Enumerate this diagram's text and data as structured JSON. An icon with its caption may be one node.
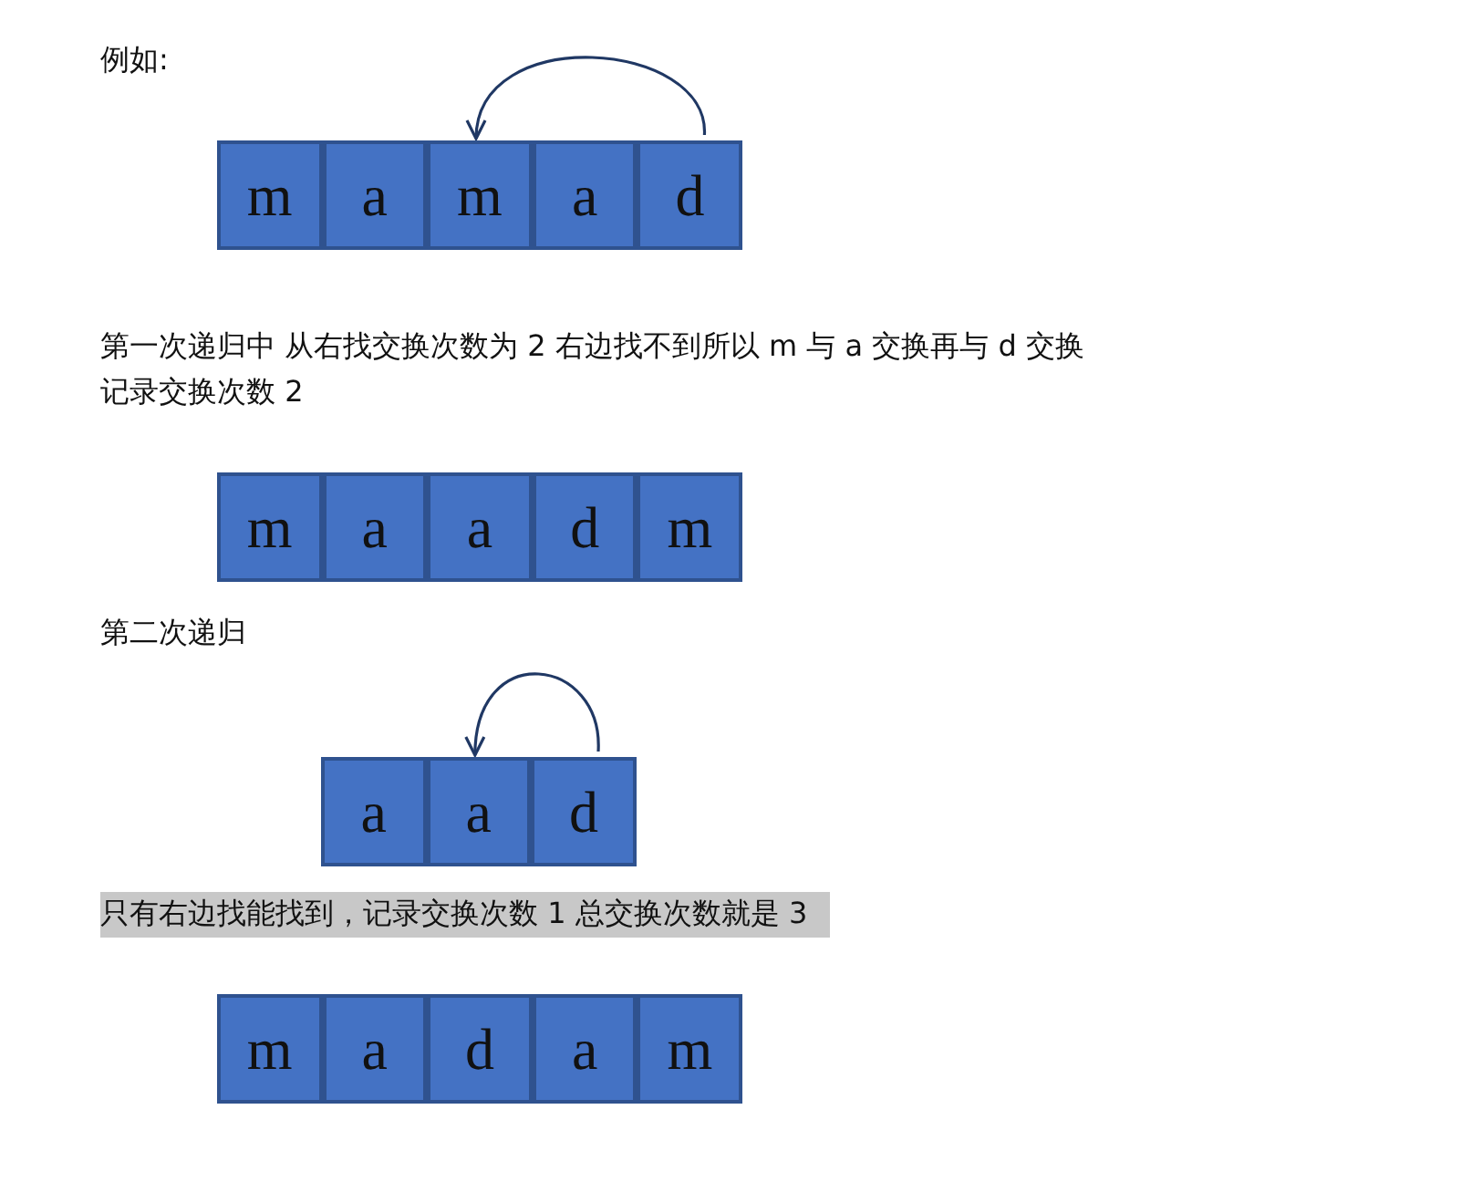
{
  "diagram": {
    "nodes": [
      {
        "text": [
          "m"
        ]
      },
      {
        "text": [
          "a"
        ]
      },
      {
        "text": [
          "m"
        ]
      },
      {
        "text": [
          "a"
        ]
      },
      {
        "text": [
          "d"
        ]
      },
      {
        "text": [
          "m"
        ]
      },
      {
        "text": [
          "a"
        ]
      },
      {
        "text": [
          "a"
        ]
      },
      {
        "text": [
          "d"
        ]
      },
      {
        "text": [
          "m"
        ]
      },
      {
        "text": [
          "a"
        ]
      },
      {
        "text": [
          "a"
        ]
      },
      {
        "text": [
          "d"
        ]
      },
      {
        "text": [
          "m"
        ]
      },
      {
        "text": [
          "a"
        ]
      },
      {
        "text": [
          "d"
        ]
      },
      {
        "text": [
          "a"
        ]
      },
      {
        "text": [
          "m"
        ]
      }
    ],
    "edges": [
      {
        "from": 4,
        "to": 2,
        "arrow": "to"
      },
      {
        "from": 12,
        "to": 11,
        "arrow": "to"
      }
    ],
    "labels": [
      "例如:",
      "第一次递归中 从右找交换次数为 2 右边找不到所以 m 与 a 交换再与 d 交换",
      "记录交换次数 2",
      "第二次递归",
      "只有右边找能找到，记录交换次数 1 总交换次数就是 3"
    ]
  }
}
